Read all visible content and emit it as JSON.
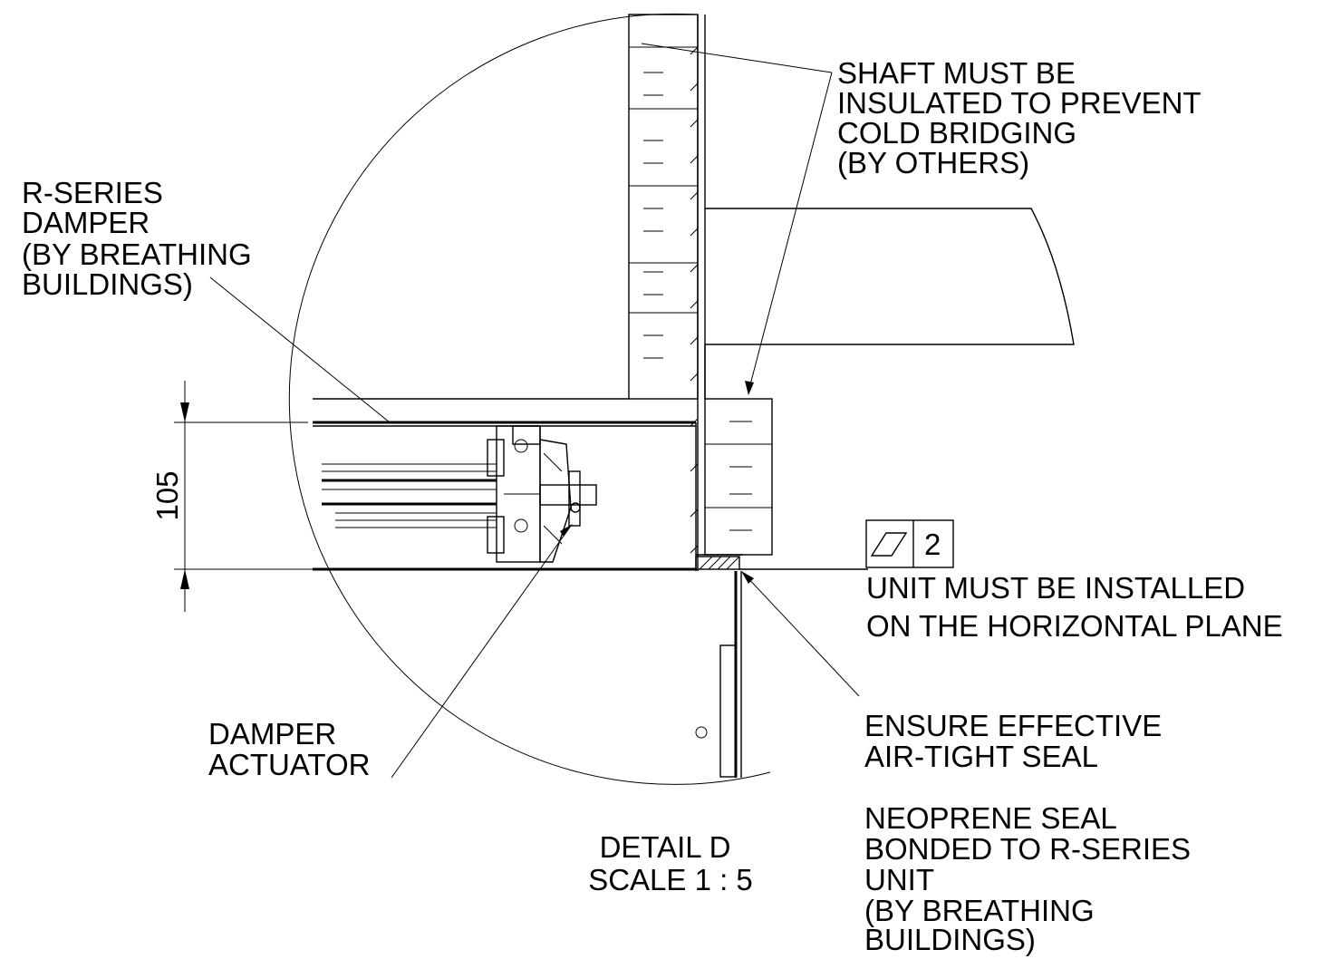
{
  "annotations": {
    "shaft_insulation": [
      "SHAFT MUST BE",
      "INSULATED TO PREVENT",
      "COLD BRIDGING",
      "(BY OTHERS)"
    ],
    "damper": [
      "R-SERIES",
      "DAMPER",
      "(BY BREATHING",
      "BUILDINGS)"
    ],
    "actuator": [
      "DAMPER",
      "ACTUATOR"
    ],
    "install_plane": [
      "UNIT MUST BE INSTALLED",
      "ON THE HORIZONTAL PLANE"
    ],
    "seal": [
      "ENSURE EFFECTIVE",
      "AIR-TIGHT SEAL"
    ],
    "neoprene": [
      "NEOPRENE SEAL",
      "BONDED TO R-SERIES",
      "UNIT",
      "(BY BREATHING",
      "BUILDINGS)"
    ]
  },
  "dimension": {
    "value": "105"
  },
  "tolerance_frame": {
    "symbol": "flatness-icon",
    "value": "2"
  },
  "detail": {
    "title": "DETAIL D",
    "scale": "SCALE 1 : 5"
  }
}
